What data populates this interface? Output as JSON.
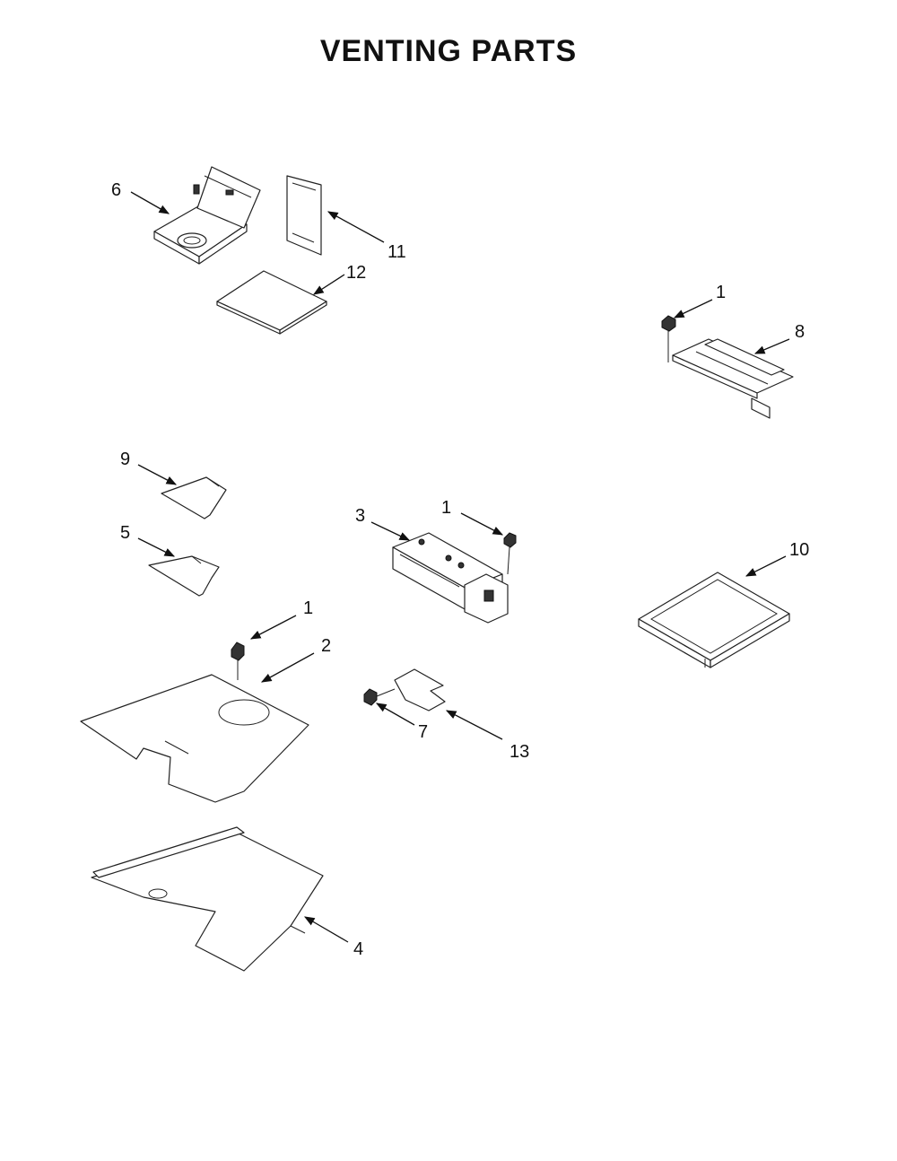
{
  "title": "VENTING PARTS",
  "callouts": {
    "c6": "6",
    "c11": "11",
    "c12": "12",
    "c1a": "1",
    "c8": "8",
    "c9": "9",
    "c5": "5",
    "c3": "3",
    "c1b": "1",
    "c10": "10",
    "c1c": "1",
    "c2": "2",
    "c7": "7",
    "c13": "13",
    "c4": "4"
  }
}
